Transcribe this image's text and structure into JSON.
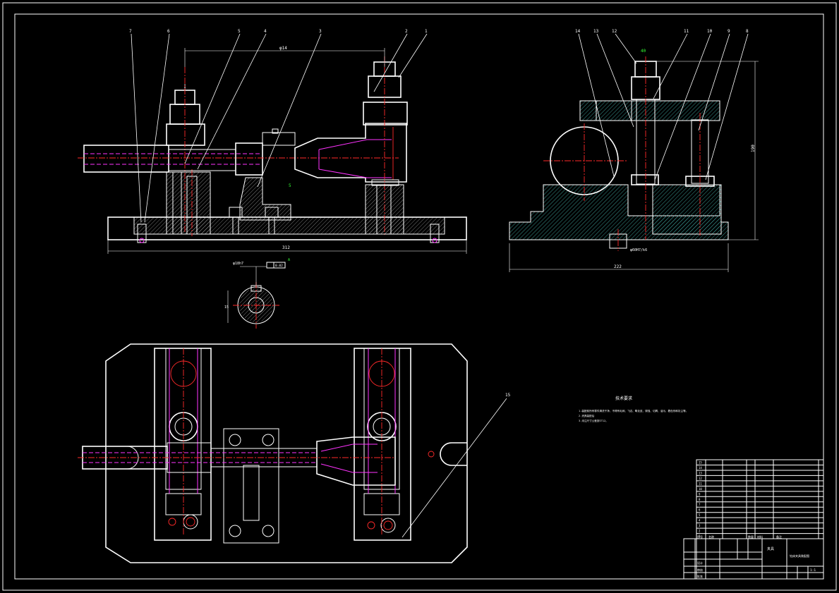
{
  "sheet": {
    "background": "#000000",
    "line_color": "#ffffff",
    "center_line_color": "#ff2a2a",
    "hidden_line_color": "#ff33ff",
    "section_hatch_color": "#3fa7a0",
    "dim_text_color": "#33ff33"
  },
  "front_view": {
    "balloons": [
      "7",
      "6",
      "5",
      "4",
      "3",
      "2",
      "1"
    ],
    "dim_top": "φ14",
    "dim_bottom": "312",
    "dim_right": "5"
  },
  "side_view": {
    "balloons": [
      "14",
      "13",
      "12",
      "11",
      "10",
      "9",
      "8"
    ],
    "dim_top": "40",
    "dim_height": "190",
    "dim_bottom": "222",
    "dim_flange": "φ60H7/k6"
  },
  "section_detail": {
    "tolerance_note": "φ18h7",
    "frame_value": "0.02",
    "dim_side": "15"
  },
  "plan_view": {
    "balloon": "15"
  },
  "tech_requirements": {
    "title": "技术要求",
    "lines": [
      "1.装配前所有零件清洗干净，不得有毛刺、飞边、氧化皮、锈蚀、切屑、油污、着色剂和灰尘等。",
      "2.夹具装配后",
      "3.未注尺寸公差按IT12。"
    ]
  },
  "bom": {
    "row_numbers": [
      "15",
      "14",
      "13",
      "12",
      "11",
      "10",
      "9",
      "8",
      "7",
      "6",
      "5",
      "4",
      "3",
      "2",
      "1"
    ],
    "header": [
      "序号",
      "名称",
      "数量",
      "材料",
      "备注"
    ],
    "title_block": {
      "drawing_title": "夹具",
      "scale": "1:1",
      "drawing_no": "钻床夹具装配图",
      "designer_label": "设计",
      "checker_label": "审核",
      "approver_label": "批准"
    }
  }
}
